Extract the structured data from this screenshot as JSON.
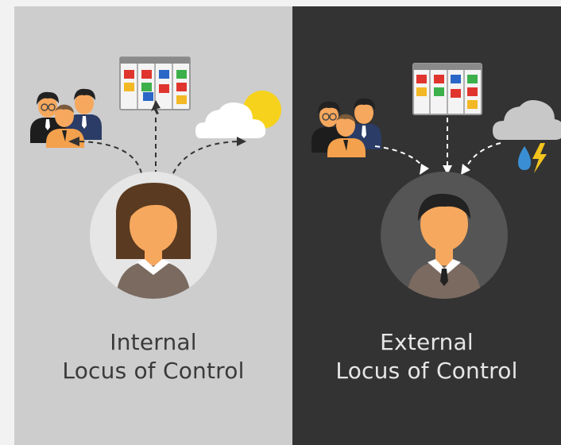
{
  "panels": {
    "internal": {
      "line1": "Internal",
      "line2": "Locus of Control",
      "background": "#cdcdcd",
      "icons": [
        "group-of-people-icon",
        "task-board-icon",
        "sun-and-cloud-icon",
        "woman-avatar-icon"
      ]
    },
    "external": {
      "line1": "External",
      "line2": "Locus of Control",
      "background": "#333333",
      "icons": [
        "group-of-people-icon",
        "task-board-icon",
        "storm-cloud-icon",
        "man-avatar-icon"
      ]
    }
  },
  "colors": {
    "skin": "#f6a85e",
    "hair_dark": "#222222",
    "hair_brown": "#5a3a20",
    "suit_brown": "#7a6a60",
    "navy_suit": "#2b3c66"
  }
}
